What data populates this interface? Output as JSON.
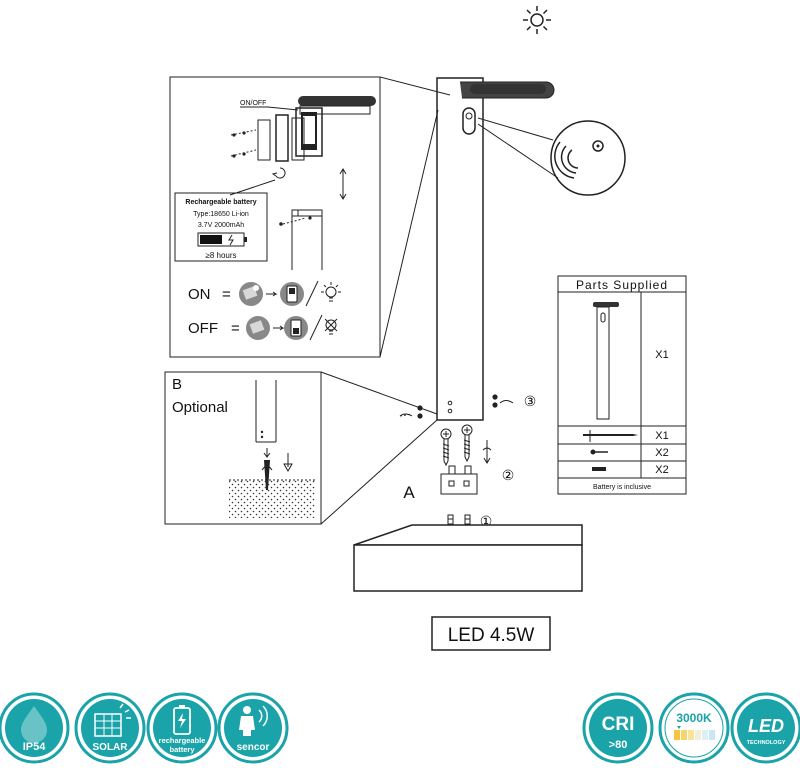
{
  "detail_panel": {
    "switch_label": "ON/OFF",
    "battery_info": {
      "title": "Rechargeable battery",
      "type": "Type:18650 Li-ion",
      "spec": "3.7V 2000mAh",
      "runtime": "≥8 hours"
    },
    "on_label": "ON",
    "off_label": "OFF"
  },
  "optional_panel": {
    "letter": "B",
    "label": "Optional"
  },
  "assembly": {
    "label_a": "A",
    "steps": [
      "①",
      "②",
      "③"
    ]
  },
  "parts_table": {
    "title": "Parts Supplied",
    "rows": [
      {
        "item": "bollard-light",
        "qty": "X1"
      },
      {
        "item": "ground-spike",
        "qty": "X1"
      },
      {
        "item": "screw",
        "qty": "X2"
      },
      {
        "item": "wall-plug",
        "qty": "X2"
      }
    ],
    "footer": "Battery is inclusive"
  },
  "power_label": "LED 4.5W",
  "badges": {
    "ip": "IP54",
    "solar": "SOLAR",
    "battery_line1": "rechargeable",
    "battery_line2": "battery",
    "sensor": "sencor",
    "cri_main": "CRI",
    "cri_sub": ">80",
    "cct": "3000K",
    "led_main": "LED",
    "led_sub": "TECHNOLOGY"
  },
  "colors": {
    "badge_teal": "#1aa3a8",
    "badge_dark": "#0f8a8f",
    "line": "#222222"
  }
}
